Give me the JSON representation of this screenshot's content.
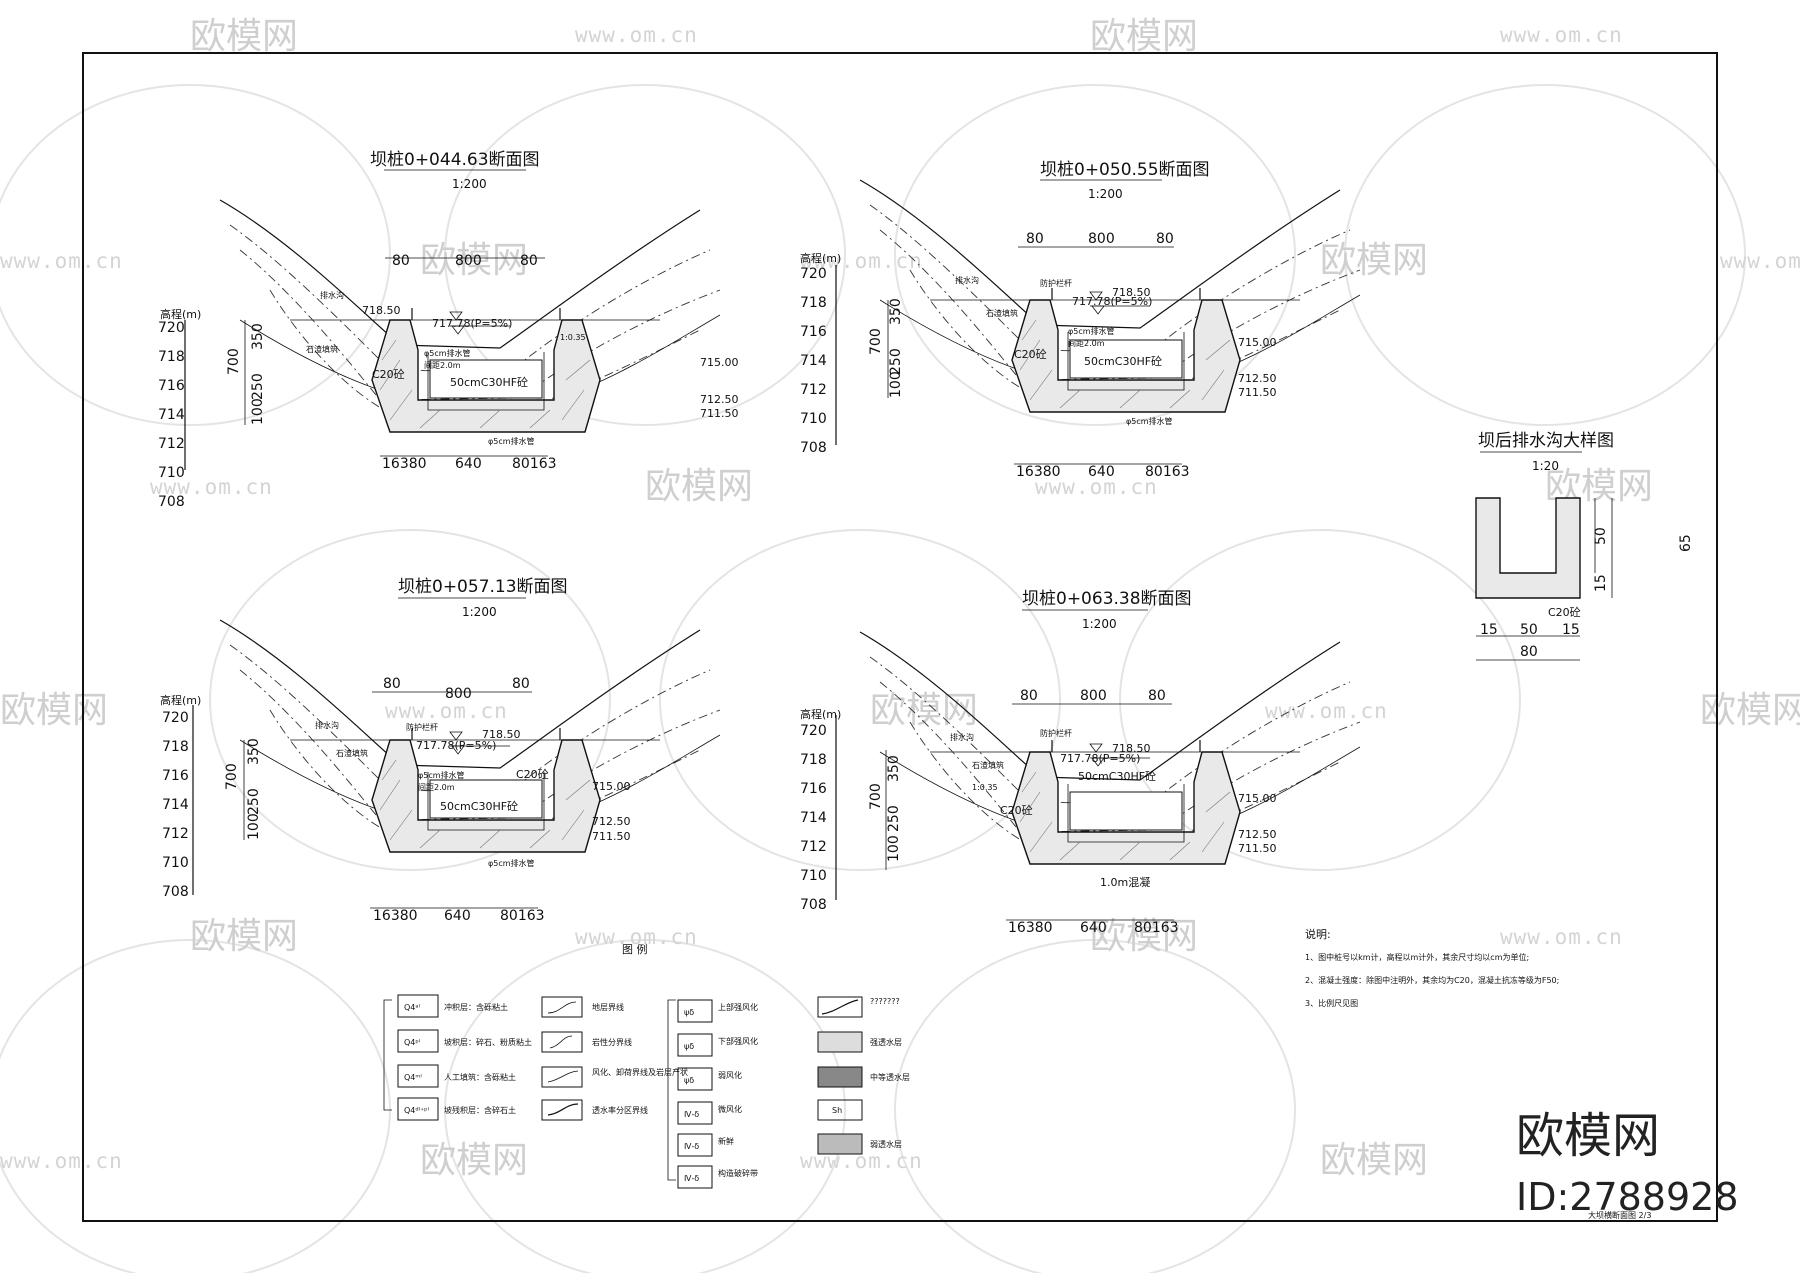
{
  "sections": [
    {
      "title": "坝桩0+044.63断面图",
      "scale": "1:200",
      "axis_label": "高程(m)",
      "ticks": [
        "720",
        "718",
        "716",
        "714",
        "712",
        "710",
        "708"
      ],
      "top_dims": [
        "80",
        "800",
        "80"
      ],
      "left_dims": [
        "700",
        "350",
        "250",
        "100"
      ],
      "bottom_dims": [
        "16380",
        "640",
        "80163"
      ],
      "levels": [
        "718.50",
        "717.78(P=5%)",
        "715.00",
        "712.50",
        "711.50"
      ],
      "notes": [
        "排水沟",
        "石渣填筑",
        "φ5cm排水管",
        "间距2.0m",
        "50cmC30HF砼",
        "C20砼",
        "1:0.35",
        "φ5cm排水管"
      ]
    },
    {
      "title": "坝桩0+050.55断面图",
      "scale": "1:200",
      "axis_label": "高程(m)",
      "ticks": [
        "720",
        "718",
        "716",
        "714",
        "712",
        "710",
        "708"
      ],
      "top_dims": [
        "80",
        "800",
        "80"
      ],
      "left_dims": [
        "700",
        "350",
        "250",
        "100"
      ],
      "bottom_dims": [
        "16380",
        "640",
        "80163"
      ],
      "levels": [
        "718.50",
        "717.78(P=5%)",
        "715.00",
        "712.50",
        "711.50"
      ],
      "notes": [
        "排水沟",
        "防护栏杆",
        "石渣填筑",
        "φ5cm排水管",
        "间距2.0m",
        "50cmC30HF砼",
        "C20砼",
        "φ5cm排水管"
      ]
    },
    {
      "title": "坝桩0+057.13断面图",
      "scale": "1:200",
      "axis_label": "高程(m)",
      "ticks": [
        "720",
        "718",
        "716",
        "714",
        "712",
        "710",
        "708"
      ],
      "top_dims": [
        "80",
        "800",
        "80"
      ],
      "left_dims": [
        "700",
        "350",
        "250",
        "100"
      ],
      "bottom_dims": [
        "16380",
        "640",
        "80163"
      ],
      "levels": [
        "718.50",
        "717.78(P=5%)",
        "715.00",
        "712.50",
        "711.50"
      ],
      "notes": [
        "排水沟",
        "防护栏杆",
        "石渣填筑",
        "φ5cm排水管",
        "间距2.0m",
        "50cmC30HF砼",
        "C20砼",
        "φ5cm排水管"
      ]
    },
    {
      "title": "坝桩0+063.38断面图",
      "scale": "1:200",
      "axis_label": "高程(m)",
      "ticks": [
        "720",
        "718",
        "716",
        "714",
        "712",
        "710",
        "708"
      ],
      "top_dims": [
        "80",
        "800",
        "80"
      ],
      "left_dims": [
        "700",
        "350",
        "250",
        "100"
      ],
      "bottom_dims": [
        "16380",
        "640",
        "80163"
      ],
      "levels": [
        "718.50",
        "717.78(P=5%)",
        "715.00",
        "712.50",
        "711.50"
      ],
      "notes": [
        "排水沟",
        "防护栏杆",
        "石渣填筑",
        "50cmC30HF砼",
        "C20砼",
        "1:0.35",
        "1.0m混凝"
      ]
    }
  ],
  "detail": {
    "title": "坝后排水沟大样图",
    "scale": "1:20",
    "dims": [
      "50",
      "65",
      "15",
      "15",
      "50",
      "15",
      "80"
    ],
    "material": "C20砼"
  },
  "legend": {
    "title": "图 例",
    "quaternary": [
      "Q4ᵃˡ",
      "Q4ᵖˡ",
      "Q4ᵐˡ",
      "Q4ᵈˡ⁺ᵖˡ"
    ],
    "quaternary_desc": [
      "冲积层：含砾粘土",
      "坡积层：碎石、粉质粘土",
      "人工填筑：含砾粘土",
      "坡残积层：含碎石土"
    ],
    "lines": [
      "地层界线",
      "岩性分界线",
      "风化、卸荷界线及岩层产状",
      "透水率分区界线"
    ],
    "rock_codes": [
      "ψδ",
      "ψδ",
      "ψδ",
      "Ⅳ-δ",
      "Ⅳ-δ",
      "Ⅳ-δ"
    ],
    "rock_desc": [
      "上部强风化",
      "下部强风化",
      "弱风化",
      "微风化",
      "新鲜",
      "构造破碎带"
    ],
    "pattern_labels": [
      "???????",
      "强透水层",
      "中等透水层",
      "Sh",
      "弱透水层"
    ]
  },
  "notes": {
    "heading": "说明:",
    "items": [
      "1、图中桩号以km计，高程以m计外，其余尺寸均以cm为单位;",
      "2、混凝土强度：除图中注明外，其余均为C20，混凝土抗冻等级为F50;",
      "3、比例尺见图"
    ]
  },
  "title_block": "大坝横断面图 2/3",
  "watermark": {
    "brand": "欧模网",
    "url": "www.om.cn",
    "id": "ID:2788928"
  }
}
